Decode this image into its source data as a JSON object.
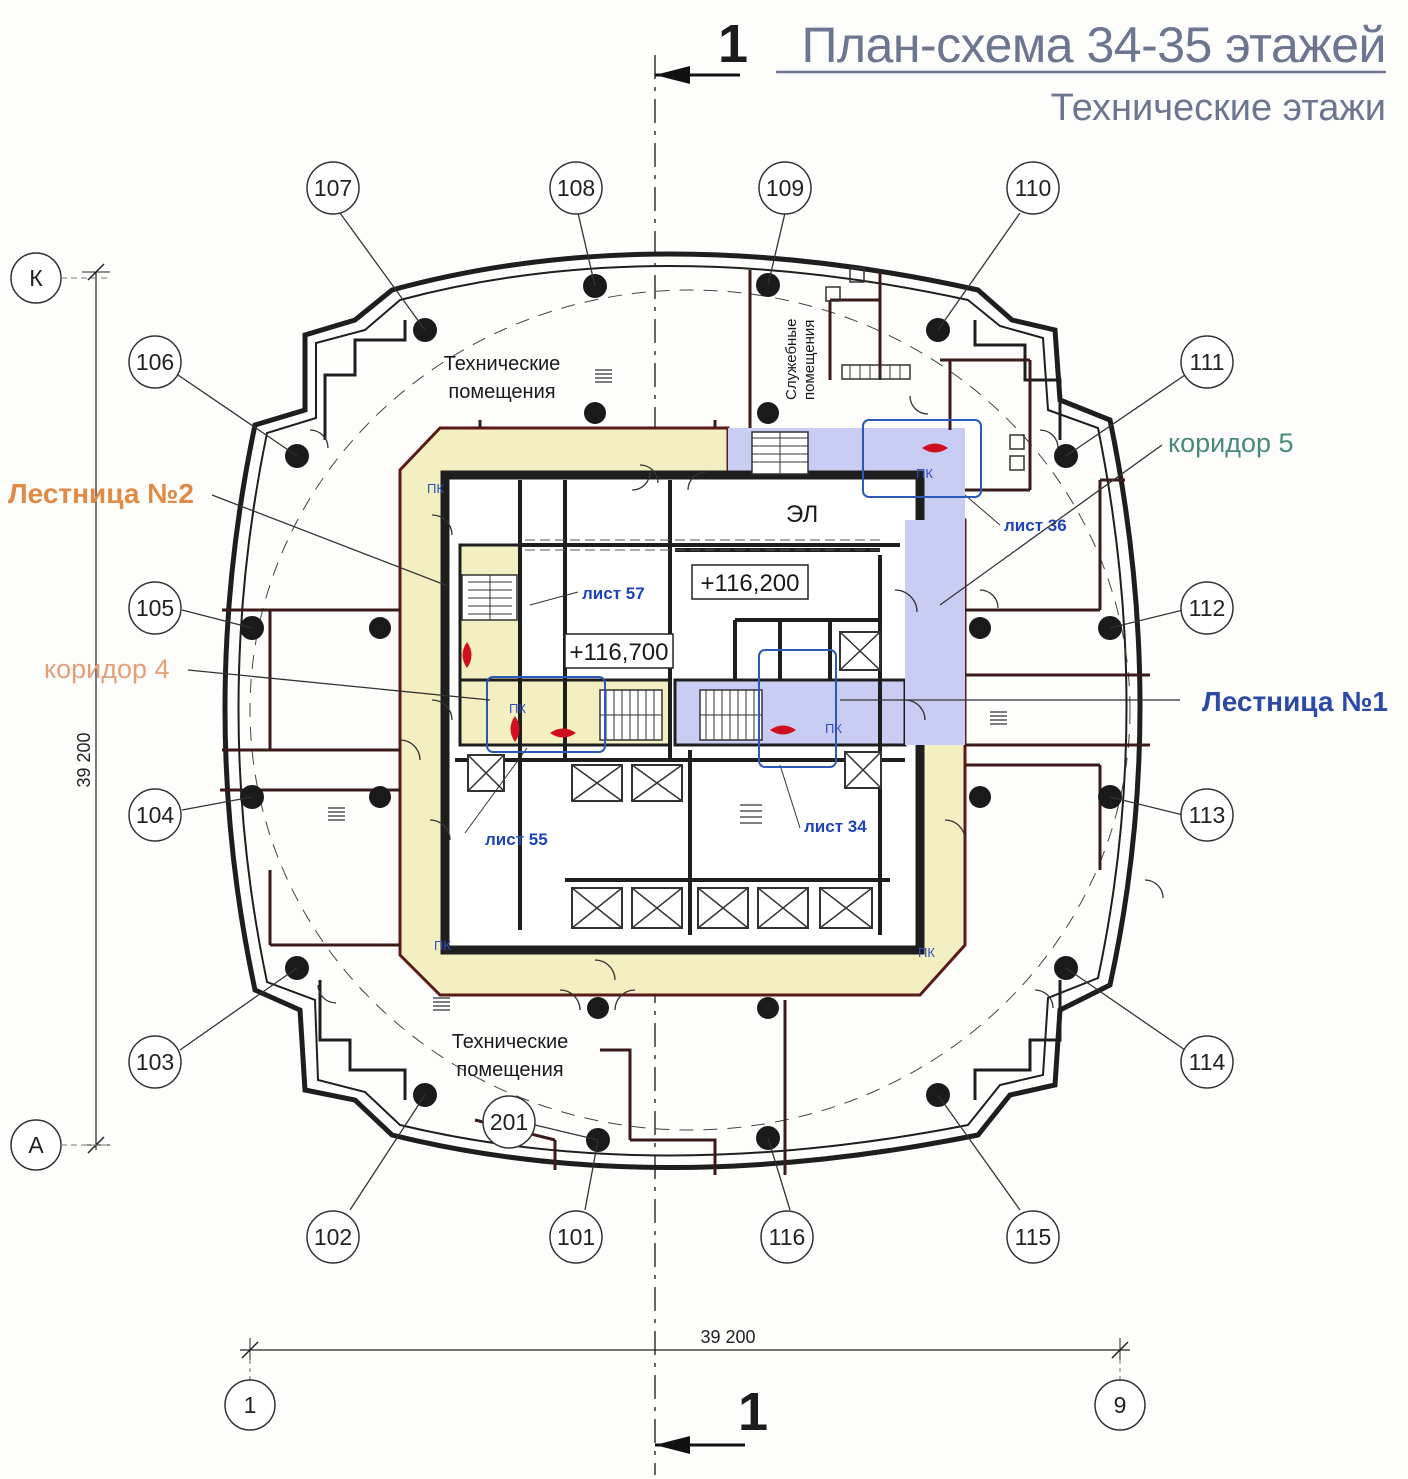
{
  "header": {
    "section_number": "1",
    "title": "План-схема 34-35 этажей",
    "subtitle": "Технические этажи"
  },
  "section_marks": {
    "top": "1",
    "bottom": "1"
  },
  "column_markers": {
    "top": [
      "107",
      "108",
      "109",
      "110"
    ],
    "bottom": [
      "102",
      "101",
      "116",
      "115"
    ],
    "left": [
      "106",
      "105",
      "104",
      "103"
    ],
    "right": [
      "111",
      "112",
      "113",
      "114"
    ],
    "inner": "201"
  },
  "grid_axes": {
    "top_left": "К",
    "bottom_left": "А",
    "bottom_1": "1",
    "bottom_9": "9"
  },
  "dimensions": {
    "vertical": "39 200",
    "horizontal": "39 200"
  },
  "rooms": {
    "tech_top_l1": "Технические",
    "tech_top_l2": "помещения",
    "tech_bottom_l1": "Технические",
    "tech_bottom_l2": "помещения",
    "service_l1": "Служебные",
    "service_l2": "помещения",
    "elevator_hall": "ЭЛ"
  },
  "elevations": {
    "e1": "+116,200",
    "e2": "+116,700"
  },
  "sheet_refs": {
    "s57": "лист 57",
    "s55": "лист 55",
    "s34": "лист 34",
    "s36": "лист 36"
  },
  "callouts": {
    "stair2": "Лестница №2",
    "corridor4": "коридор 4",
    "stair1": "Лестница №1",
    "corridor5": "коридор 5"
  },
  "hydrant_label": "ПК",
  "colors": {
    "yellow_zone": "#f3efc1",
    "blue_zone": "#c9cdf3",
    "wall": "#1e1e1e",
    "outline_blue": "#2c58b8",
    "marker_red": "#cf0e1e",
    "stair1_label": "#2a4aa3",
    "stair2_label": "#e08a45",
    "corridor4_label": "#e3a079",
    "corridor5_label": "#4a8a78"
  }
}
